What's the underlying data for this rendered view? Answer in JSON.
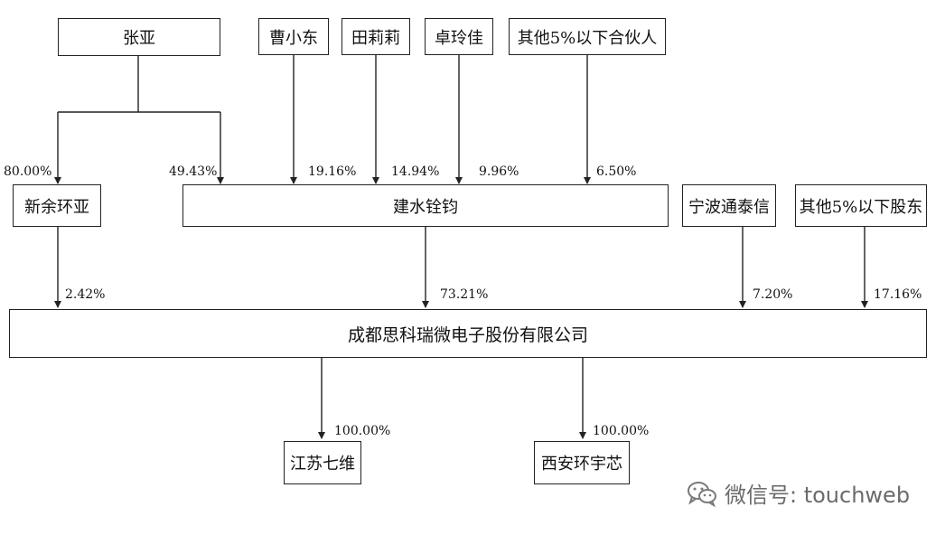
{
  "nodes": {
    "zhangya": "张亚",
    "caoxiaodong": "曹小东",
    "tianlili": "田莉莉",
    "zhuolingjia": "卓玲佳",
    "other_partners": "其他5%以下合伙人",
    "xinyu_huanya": "新余环亚",
    "jianshui": "建水铨钧",
    "ningbo": "宁波通泰信",
    "other_shareholders": "其他5%以下股东",
    "company": "成都思科瑞微电子股份有限公司",
    "jiangsu": "江苏七维",
    "xian": "西安环宇芯"
  },
  "percentages": {
    "zhangya_xinyu": "80.00%",
    "zhangya_jianshui": "49.43%",
    "cao_jianshui": "19.16%",
    "tian_jianshui": "14.94%",
    "zhuo_jianshui": "9.96%",
    "others_jianshui": "6.50%",
    "xinyu_company": "2.42%",
    "jianshui_company": "73.21%",
    "ningbo_company": "7.20%",
    "othersh_company": "17.16%",
    "company_jiangsu": "100.00%",
    "company_xian": "100.00%"
  },
  "watermark": {
    "text": "微信号: touchweb",
    "icon": "wechat-icon"
  }
}
